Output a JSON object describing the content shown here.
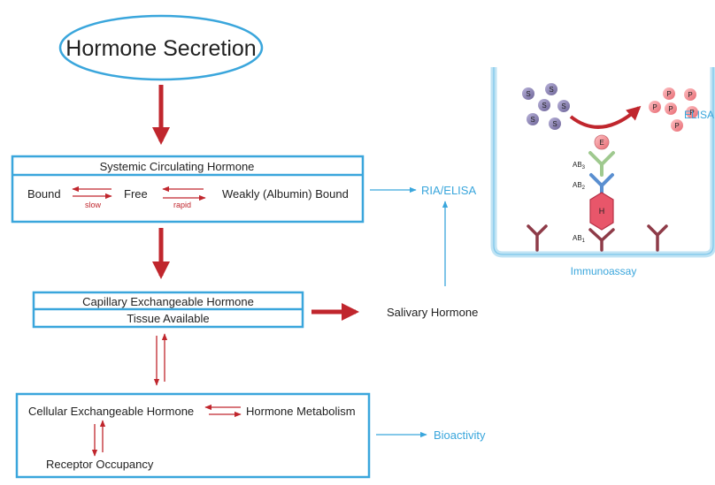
{
  "title": "Hormone Secretion",
  "systemic": {
    "header": "Systemic Circulating Hormone",
    "bound": "Bound",
    "slow": "slow",
    "free": "Free",
    "rapid": "rapid",
    "weakly_bound": "Weakly (Albumin) Bound"
  },
  "ria_elisa": "RIA/ELISA",
  "capillary": {
    "header": "Capillary Exchangeable Hormone",
    "tissue": "Tissue Available"
  },
  "salivary": "Salivary Hormone",
  "cellular": {
    "exchangeable": "Cellular Exchangeable Hormone",
    "metabolism": "Hormone Metabolism",
    "receptor": "Receptor Occupancy"
  },
  "bioactivity": "Bioactivity",
  "immunoassay": {
    "caption": "Immunoassay",
    "elisa": "ELISA",
    "substrate_label": "S",
    "product_label": "P",
    "enzyme_label": "E",
    "hormone_label": "H",
    "ab3": "AB",
    "ab3_sub": "3",
    "ab2": "AB",
    "ab2_sub": "2",
    "ab1": "AB",
    "ab1_sub": "1"
  },
  "colors": {
    "blue": "#3aa6dc",
    "red": "#c0262d",
    "substrate": "#8f86b8",
    "product": "#f08a8f",
    "hormone": "#e8566a",
    "antibody_base": "#8e3b48",
    "antibody_ab3": "#9fc98f",
    "antibody_ab2": "#5a8fd0"
  }
}
